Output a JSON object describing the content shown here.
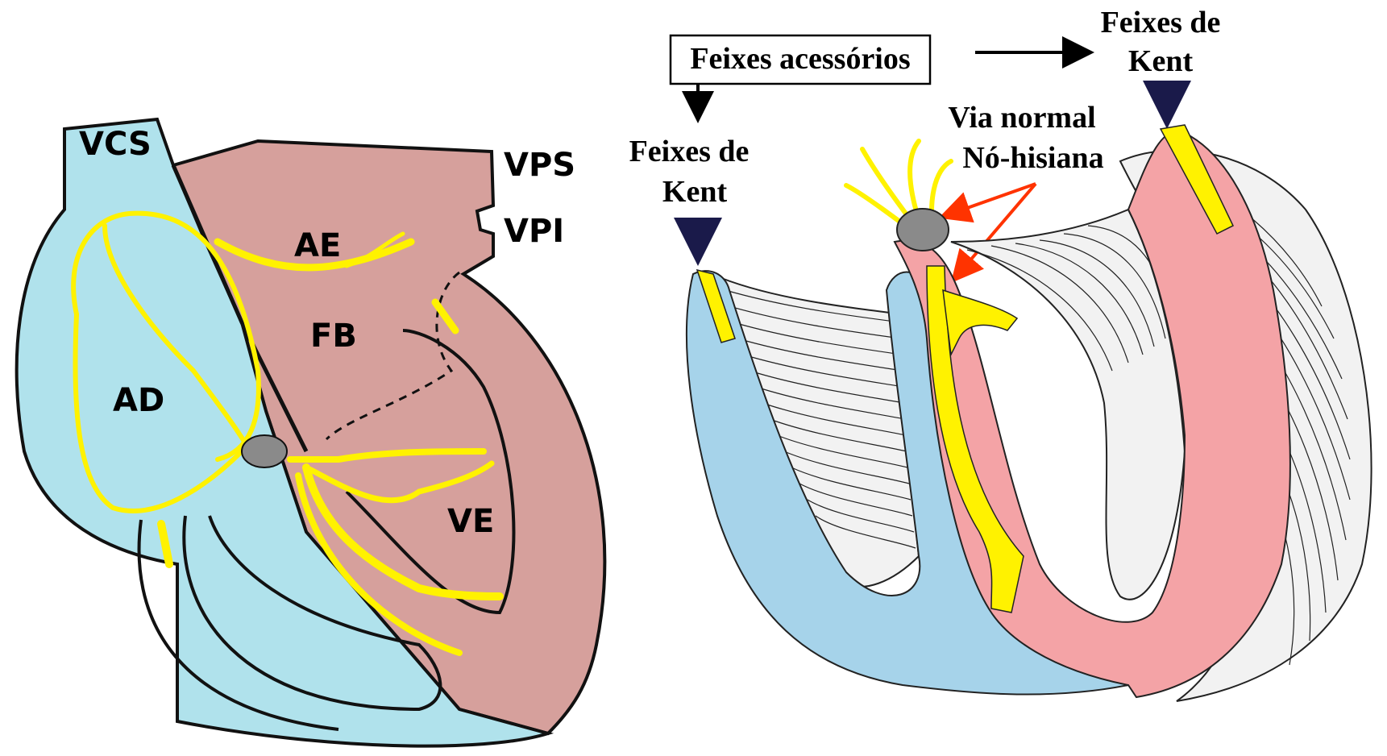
{
  "left_heart": {
    "labels": {
      "vcs": "VCS",
      "vps": "VPS",
      "vpi": "VPI",
      "ae": "AE",
      "fb": "FB",
      "ad": "AD",
      "ve": "VE"
    },
    "colors": {
      "right_side": "#b0e2ec",
      "left_side": "#d6a09c",
      "conduction": "#fff200",
      "node": "#8a8a8a"
    }
  },
  "right_heart": {
    "box_label": "Feixes acessórios",
    "kent_left_line1": "Feixes de",
    "kent_left_line2": "Kent",
    "kent_right_line1": "Feixes de",
    "kent_right_line2": "Kent",
    "normal_line1": "Via normal",
    "normal_line2": "Nó-hisiana",
    "colors": {
      "right_ventricle": "#a6d3ea",
      "left_ventricle": "#f4a3a6",
      "pathway": "#fff200",
      "arrow_normal": "#ff3300",
      "arrow_kent": "#1a1a4a"
    }
  }
}
